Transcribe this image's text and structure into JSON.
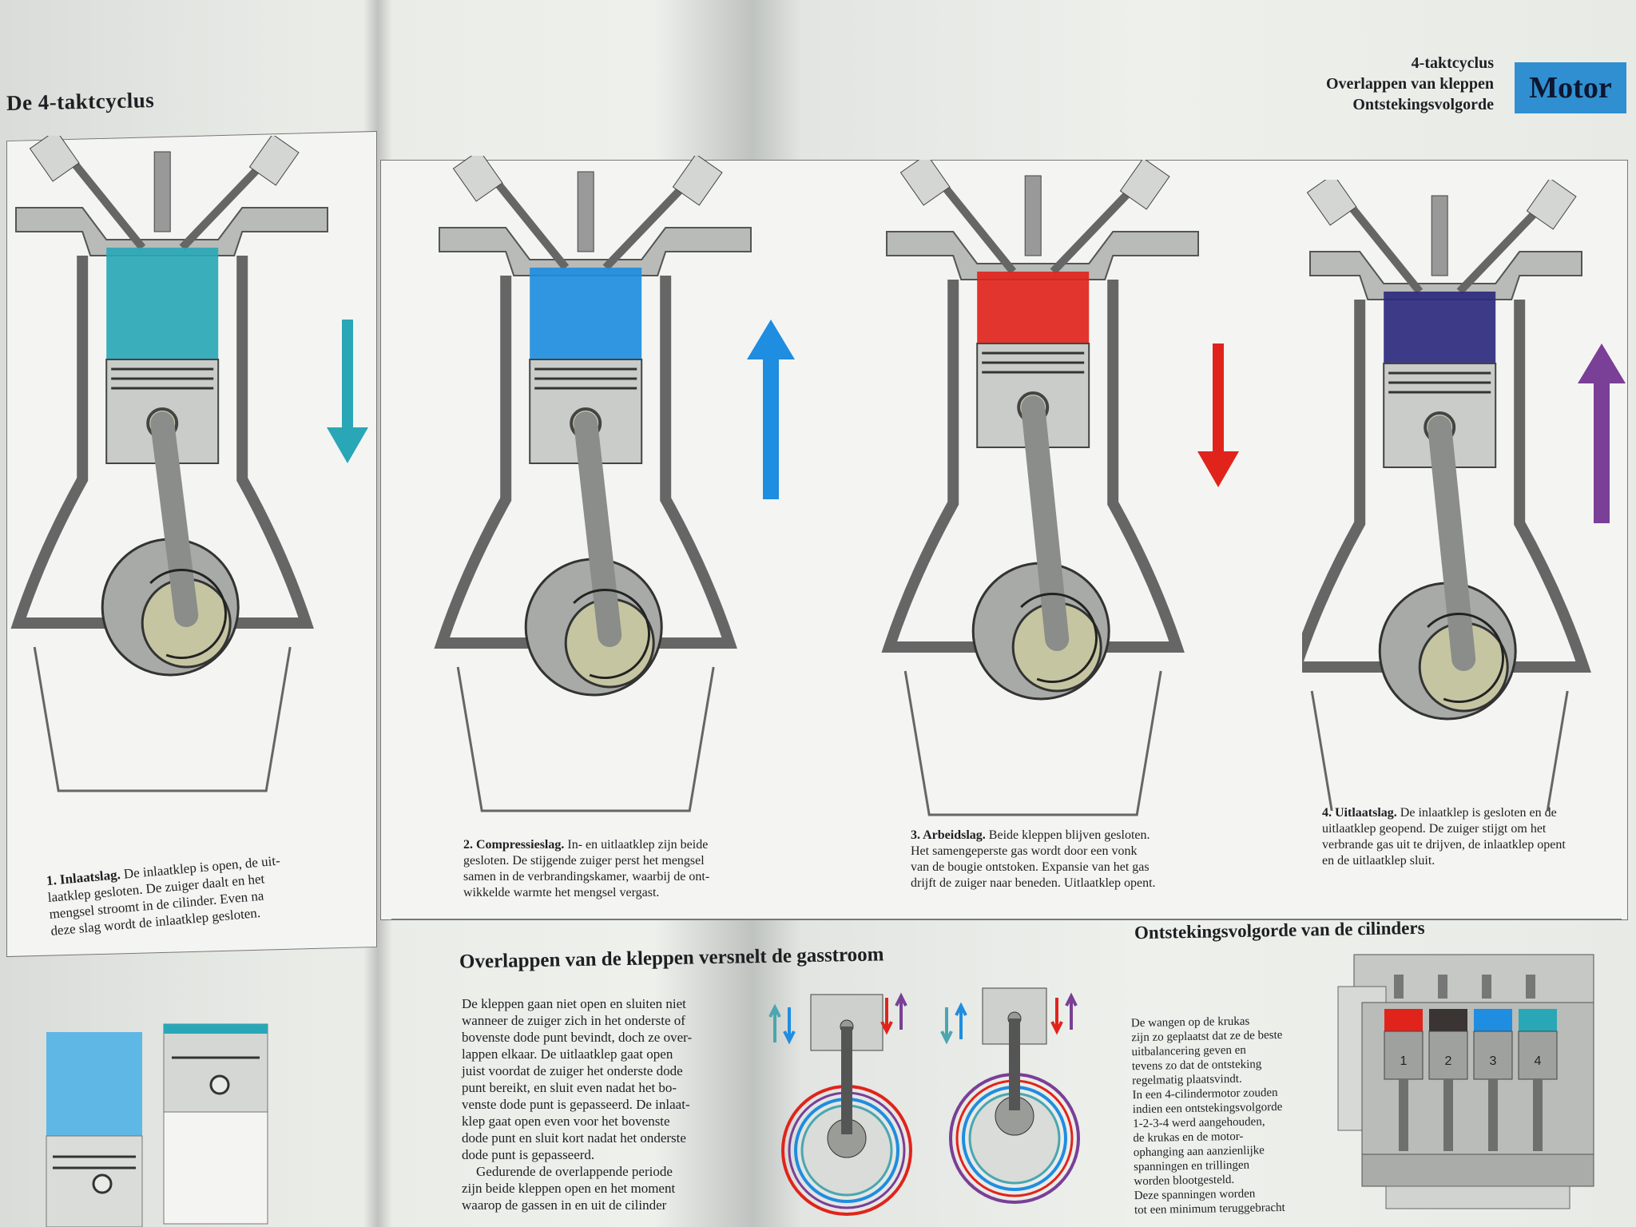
{
  "left_page": {
    "title": "De 4-taktcyclus",
    "caption_1": {
      "label": "1. Inlaatslag.",
      "lines": [
        "De inlaatklep is open, de uit-",
        "laatklep gesloten. De zuiger daalt en het",
        "mengsel stroomt in de cilinder. Even na",
        "deze slag wordt de inlaatklep gesloten."
      ]
    }
  },
  "header": {
    "lines": [
      "4-taktcyclus",
      "Overlappen van kleppen",
      "Ontstekingsvolgorde"
    ],
    "tab": "Motor"
  },
  "captions": [
    {
      "label": "2. Compressieslag.",
      "lines": [
        "In- en uitlaatklep zijn beide",
        "gesloten. De stijgende zuiger perst het mengsel",
        "samen in de verbrandingskamer, waarbij de ont-",
        "wikkelde warmte het mengsel vergast."
      ]
    },
    {
      "label": "3. Arbeidslag.",
      "lines": [
        "Beide kleppen blijven gesloten.",
        "Het samengeperste gas wordt door een vonk",
        "van de bougie ontstoken. Expansie van het gas",
        "drijft de zuiger naar beneden. Uitlaatklep opent."
      ]
    },
    {
      "label": "4. Uitlaatslag.",
      "lines": [
        "De inlaatklep is gesloten en de",
        "uitlaatklep geopend. De zuiger stijgt om het",
        "verbrande gas uit te drijven, de inlaatklep opent",
        "en de uitlaatklep sluit."
      ]
    }
  ],
  "overlap": {
    "heading": "Overlappen van de kleppen versnelt de gasstroom",
    "paragraph": [
      "De kleppen gaan niet open en sluiten niet",
      "wanneer de zuiger zich in het onderste of",
      "bovenste dode punt bevindt, doch ze over-",
      "lappen elkaar. De uitlaatklep gaat open",
      "juist voordat de zuiger het onderste dode",
      "punt bereikt, en sluit even nadat het bo-",
      "venste dode punt is gepasseerd. De inlaat-",
      "klep gaat open even voor het bovenste",
      "dode punt en sluit kort nadat het onderste",
      "dode punt is gepasseerd.",
      "Gedurende de overlappende periode",
      "zijn beide kleppen open en het moment",
      "waarop de gassen in en uit de cilinder"
    ]
  },
  "firing_order": {
    "heading": "Ontstekingsvolgorde van de cilinders",
    "paragraph": [
      "De wangen op de krukas",
      "zijn zo geplaatst dat ze de beste",
      "uitbalancering geven en",
      "tevens zo dat de ontsteking",
      "regelmatig plaatsvindt.",
      "In een 4-cilindermotor zouden",
      "indien een ontstekingsvolgorde",
      "1-2-3-4 werd aangehouden,",
      "de krukas en de motor-",
      "ophanging aan aanzienlijke",
      "spanningen en trillingen",
      "worden blootgesteld.",
      "Deze spanningen worden",
      "tot een minimum teruggebracht"
    ],
    "cylinder_labels": [
      "1",
      "2",
      "3",
      "4"
    ]
  },
  "colors": {
    "intake": "#2aa7b6",
    "compression": "#1f8de0",
    "power": "#e0241c",
    "exhaust": "#7a3f96",
    "exhaust_gas": "#2c2a7e",
    "tab": "#2f8fd0"
  }
}
